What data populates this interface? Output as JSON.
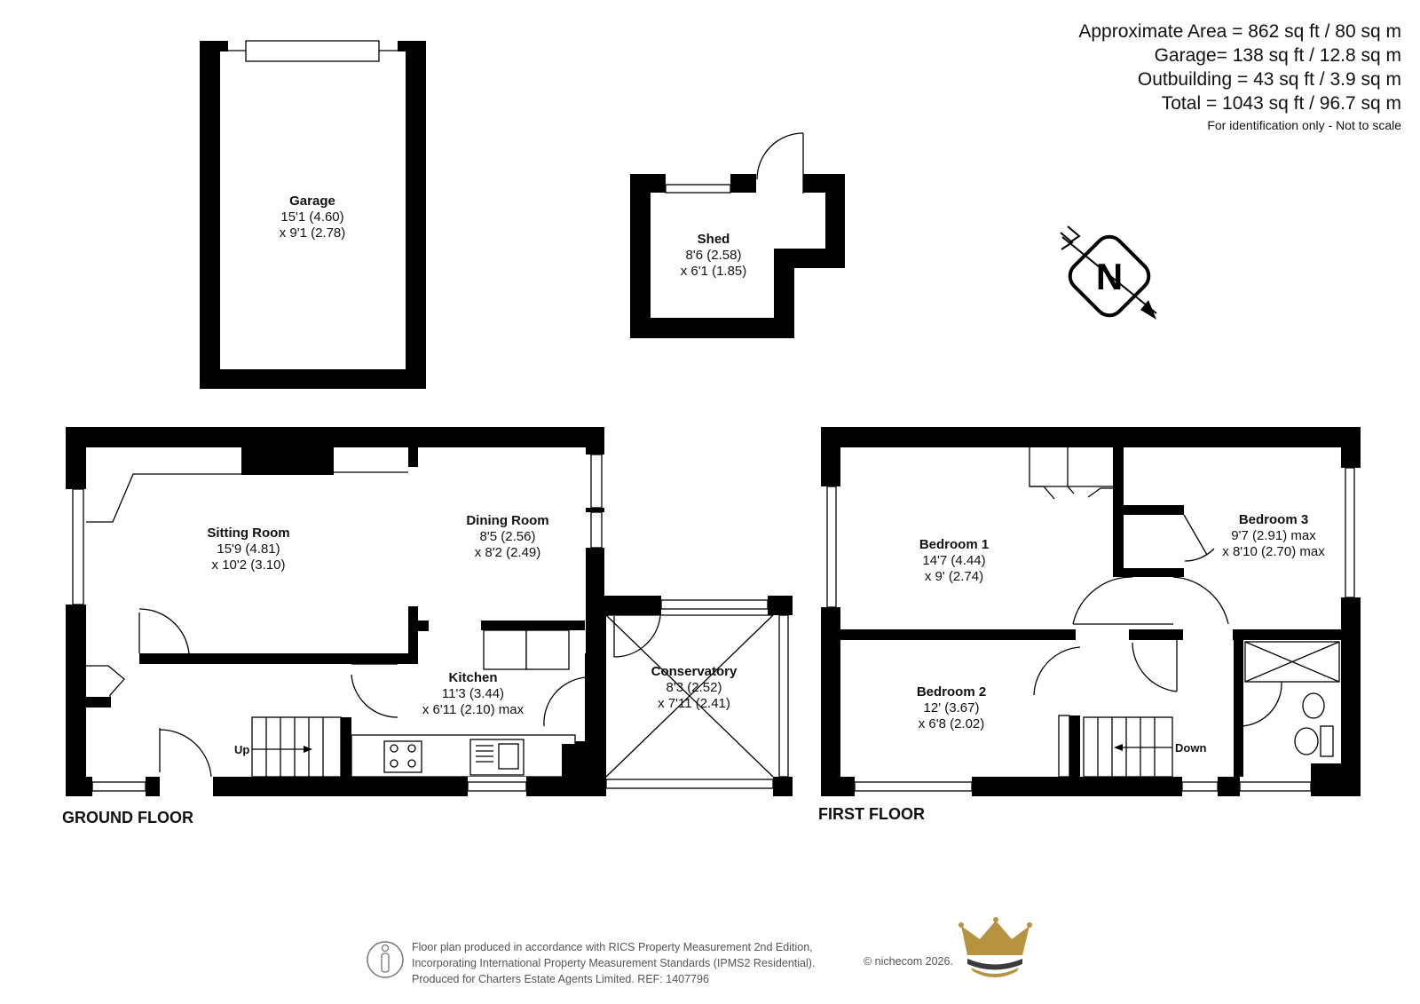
{
  "areas": {
    "approximate": "Approximate Area = 862 sq ft / 80 sq m",
    "garage": "Garage= 138 sq ft / 12.8 sq m",
    "outbuilding": "Outbuilding = 43 sq ft / 3.9 sq m",
    "total": "Total = 1043 sq ft / 96.7 sq m",
    "note": "For identification only - Not to scale"
  },
  "floors": {
    "ground": "GROUND FLOOR",
    "first": "FIRST FLOOR"
  },
  "rooms": {
    "garage": {
      "name": "Garage",
      "dim1": "15'1 (4.60)",
      "dim2": "x 9'1 (2.78)"
    },
    "shed": {
      "name": "Shed",
      "dim1": "8'6 (2.58)",
      "dim2": "x 6'1 (1.85)"
    },
    "sitting_room": {
      "name": "Sitting Room",
      "dim1": "15'9 (4.81)",
      "dim2": "x 10'2 (3.10)"
    },
    "dining_room": {
      "name": "Dining Room",
      "dim1": "8'5 (2.56)",
      "dim2": "x 8'2 (2.49)"
    },
    "kitchen": {
      "name": "Kitchen",
      "dim1": "11'3 (3.44)",
      "dim2": "x 6'11 (2.10) max"
    },
    "conservatory": {
      "name": "Conservatory",
      "dim1": "8'3 (2.52)",
      "dim2": "x 7'11 (2.41)"
    },
    "bedroom1": {
      "name": "Bedroom 1",
      "dim1": "14'7 (4.44)",
      "dim2": "x 9' (2.74)"
    },
    "bedroom2": {
      "name": "Bedroom 2",
      "dim1": "12' (3.67)",
      "dim2": "x 6'8 (2.02)"
    },
    "bedroom3": {
      "name": "Bedroom 3",
      "dim1": "9'7 (2.91) max",
      "dim2": "x 8'10 (2.70) max"
    }
  },
  "stairs": {
    "up": "Up",
    "down": "Down"
  },
  "compass": {
    "label": "N",
    "icon": "north-compass-icon"
  },
  "footer": {
    "line1": "Floor plan produced in accordance with RICS Property Measurement 2nd Edition,",
    "line2": "Incorporating International Property Measurement Standards (IPMS2 Residential).",
    "line3": "Produced for Charters Estate Agents Limited.   REF: 1407796",
    "copyright": "© nichecom 2026.",
    "logo": "crown-logo-icon"
  },
  "colors": {
    "walls": "#000000",
    "crown_gold": "#b8933f",
    "crown_dark": "#3b3b3b",
    "text": "#111111",
    "footer_text": "#555555"
  }
}
